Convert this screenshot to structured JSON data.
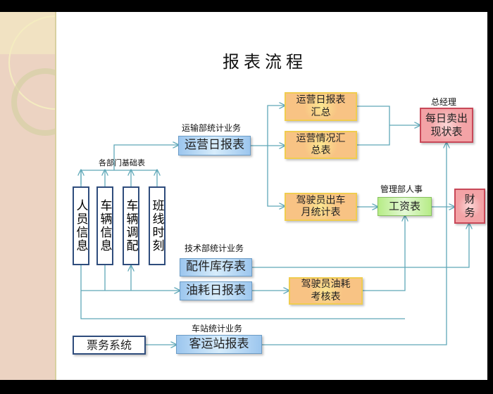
{
  "title": "报表流程",
  "labels": {
    "transport": "运输部统计业务",
    "base": "各部门基础表",
    "gm": "总经理",
    "hr": "管理部人事",
    "tech": "技术部统计业务",
    "station": "车站统计业务"
  },
  "base_tables": [
    "人员信息",
    "车辆信息",
    "车辆调配",
    "班线时刻"
  ],
  "boxes": {
    "daily_ops": "运营日报表",
    "daily_summary": "运营日报表汇总",
    "ops_summary": "运营情况汇总表",
    "driver_monthly": "驾驶员出车月统计表",
    "daily_sales": "每日卖出现状表",
    "salary": "工资表",
    "finance": "财务",
    "parts": "配件库存表",
    "fuel_daily": "油耗日报表",
    "fuel_assess": "驾驶员油耗考核表",
    "ticketing": "票务系统",
    "station_report": "客运站报表"
  },
  "colors": {
    "line": "#5fa8b8",
    "blue": "#9cc6ee",
    "orange": "#f8c384",
    "red": "#f3a3a6",
    "green": "#b6ec86"
  }
}
